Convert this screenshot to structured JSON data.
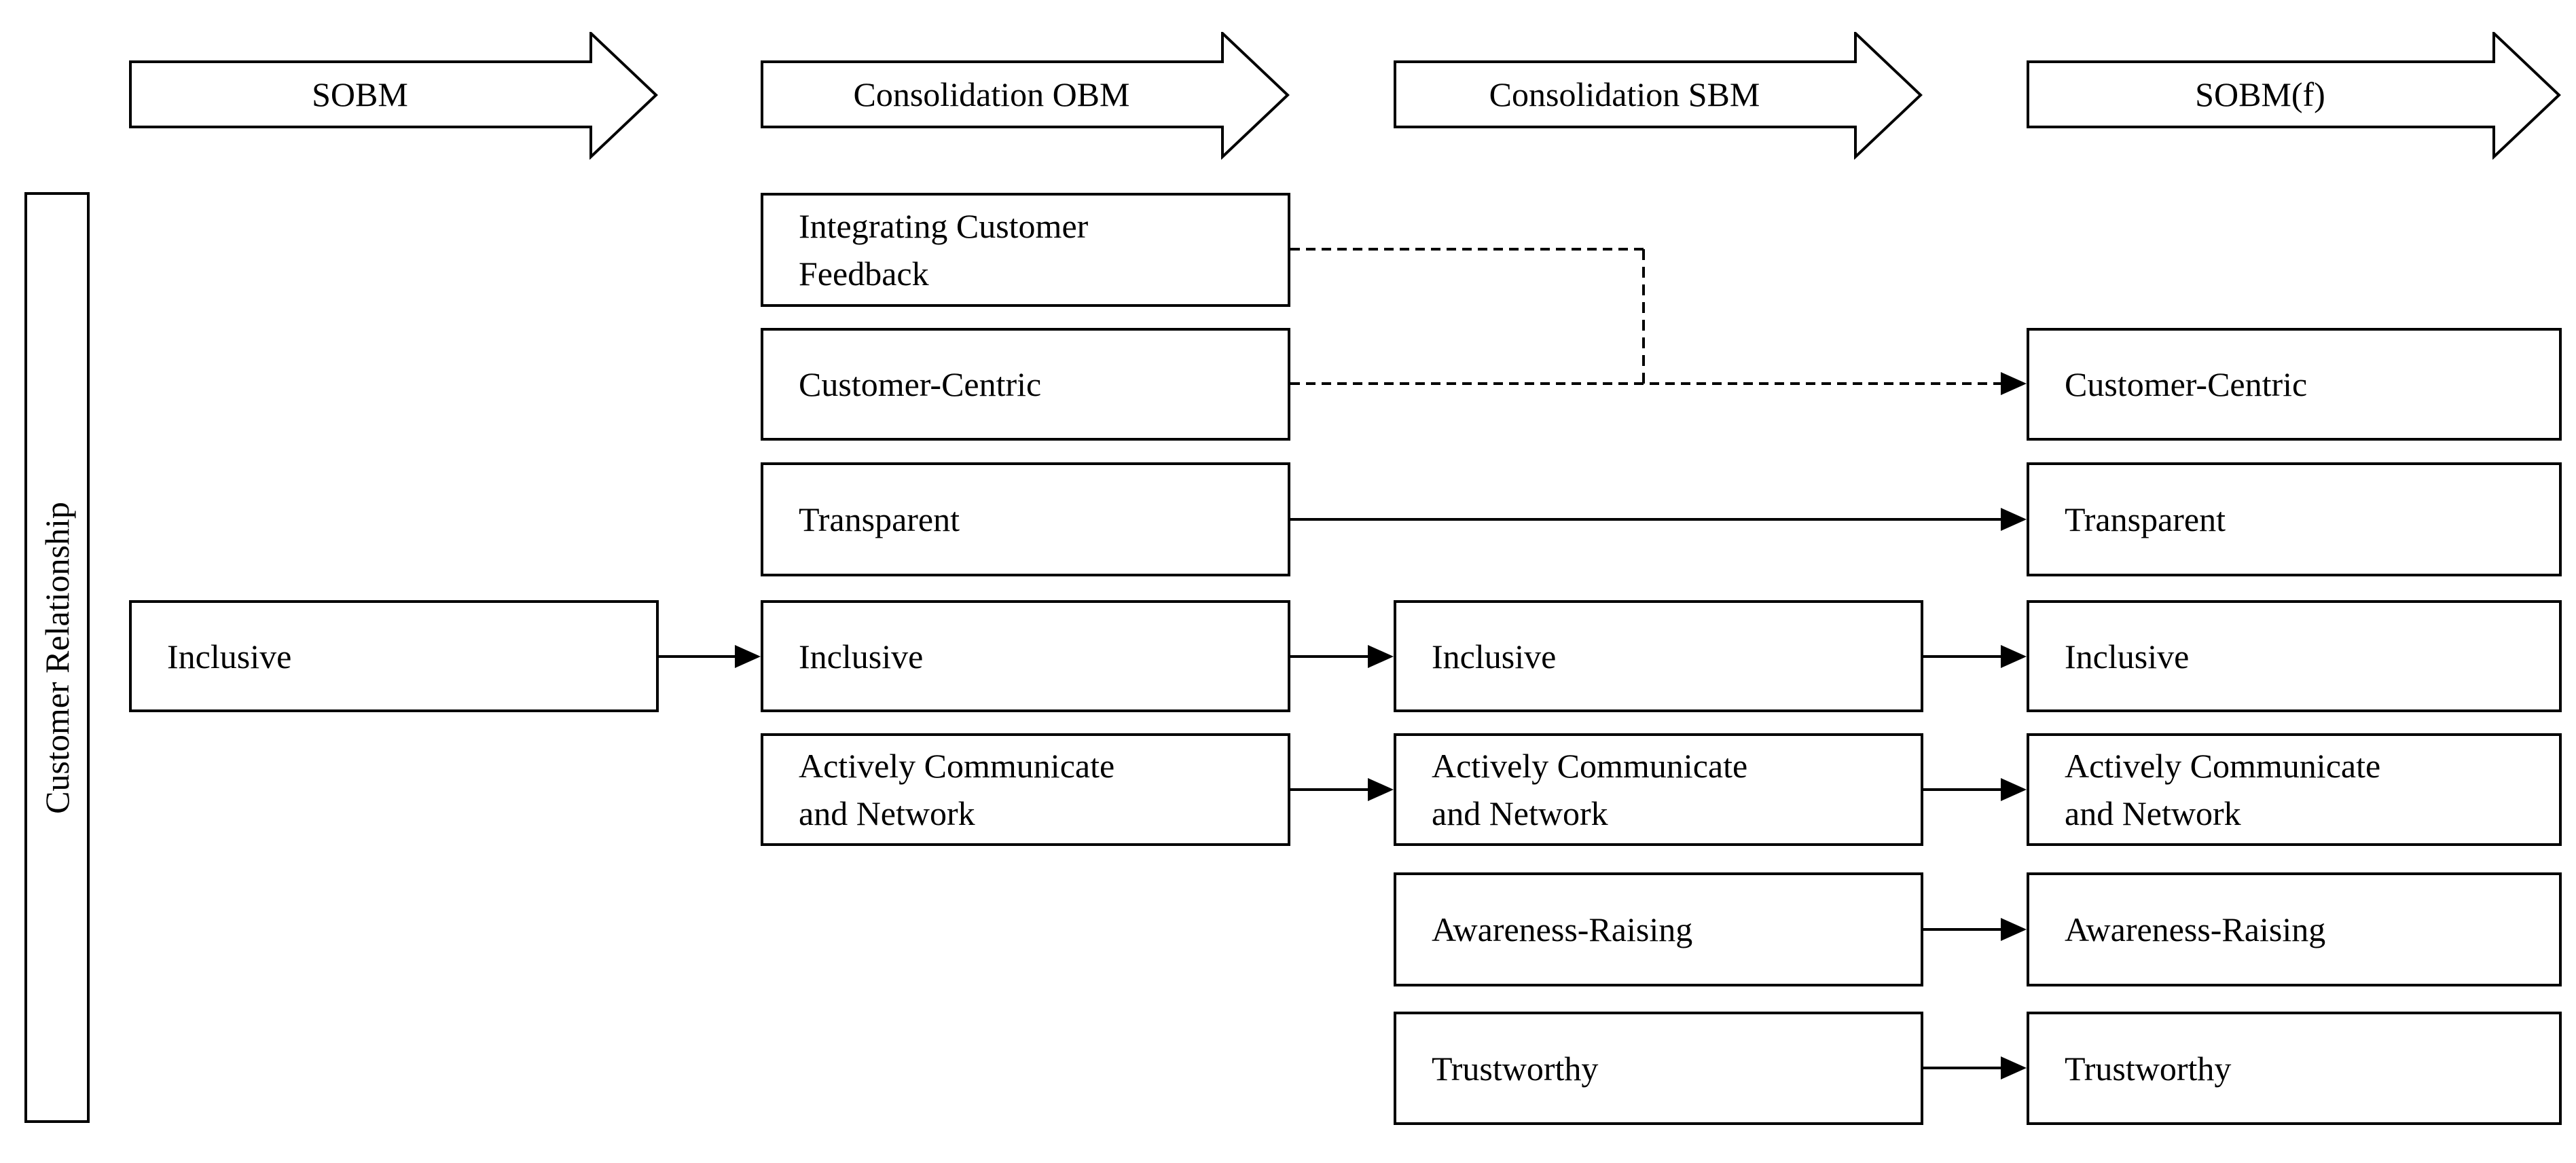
{
  "colors": {
    "ink": "#000000",
    "paper": "#ffffff"
  },
  "side_label": "Customer Relationship",
  "columns": [
    {
      "header": "SOBM",
      "boxes": [
        {
          "label": "Inclusive"
        }
      ]
    },
    {
      "header": "Consolidation OBM",
      "boxes": [
        {
          "label": "Integrating Customer Feedback"
        },
        {
          "label": "Customer-Centric"
        },
        {
          "label": "Transparent"
        },
        {
          "label": "Inclusive"
        },
        {
          "label": "Actively Communicate and Network"
        }
      ]
    },
    {
      "header": "Consolidation SBM",
      "boxes": [
        {
          "label": "Inclusive"
        },
        {
          "label": "Actively Communicate and Network"
        },
        {
          "label": "Awareness-Raising"
        },
        {
          "label": "Trustworthy"
        }
      ]
    },
    {
      "header": "SOBM(f)",
      "boxes": [
        {
          "label": "Customer-Centric"
        },
        {
          "label": "Transparent"
        },
        {
          "label": "Inclusive"
        },
        {
          "label": "Actively Communicate and Network"
        },
        {
          "label": "Awareness-Raising"
        },
        {
          "label": "Trustworthy"
        }
      ]
    }
  ],
  "connectors": [
    {
      "from": "SOBM / Inclusive",
      "to": "Consolidation OBM / Inclusive",
      "style": "solid-arrow"
    },
    {
      "from": "Consolidation OBM / Integrating Customer Feedback",
      "to": "SOBM(f) / Customer-Centric",
      "style": "dashed"
    },
    {
      "from": "Consolidation OBM / Customer-Centric",
      "to": "SOBM(f) / Customer-Centric",
      "style": "dashed-arrow"
    },
    {
      "from": "Consolidation OBM / Transparent",
      "to": "SOBM(f) / Transparent",
      "style": "solid-arrow"
    },
    {
      "from": "Consolidation OBM / Inclusive",
      "to": "Consolidation SBM / Inclusive",
      "style": "solid-arrow"
    },
    {
      "from": "Consolidation OBM / Actively Communicate and Network",
      "to": "Consolidation SBM / Actively Communicate and Network",
      "style": "solid-arrow"
    },
    {
      "from": "Consolidation SBM / Inclusive",
      "to": "SOBM(f) / Inclusive",
      "style": "solid-arrow"
    },
    {
      "from": "Consolidation SBM / Actively Communicate and Network",
      "to": "SOBM(f) / Actively Communicate and Network",
      "style": "solid-arrow"
    },
    {
      "from": "Consolidation SBM / Awareness-Raising",
      "to": "SOBM(f) / Awareness-Raising",
      "style": "solid-arrow"
    },
    {
      "from": "Consolidation SBM / Trustworthy",
      "to": "SOBM(f) / Trustworthy",
      "style": "solid-arrow"
    }
  ]
}
